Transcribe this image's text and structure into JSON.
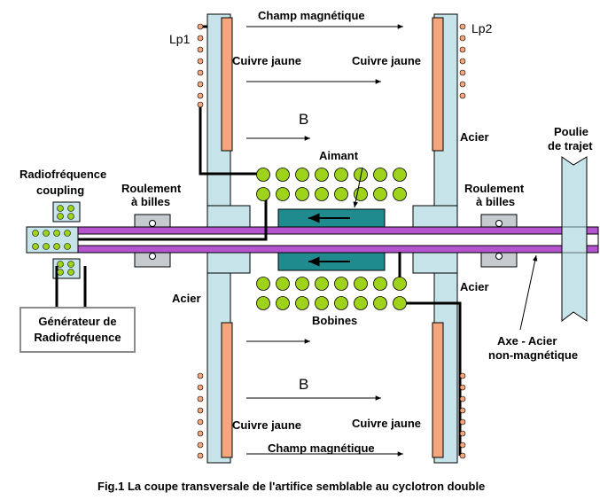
{
  "labels": {
    "champ_top": "Champ magnétique",
    "champ_bottom": "Champ magnétique",
    "lp1": "Lp1",
    "lp2": "Lp2",
    "cuivre_tl": "Cuivre jaune",
    "cuivre_tr": "Cuivre jaune",
    "cuivre_bl": "Cuivre jaune",
    "cuivre_br": "Cuivre jaune",
    "b_top": "B",
    "b_bottom": "B",
    "acier_tr": "Acier",
    "acier_bl": "Acier",
    "acier_br": "Acier",
    "aimant": "Aimant",
    "bobines": "Bobines",
    "rf_coupling_1": "Radiofréquence",
    "rf_coupling_2": "coupling",
    "roulement_l_1": "Roulement",
    "roulement_l_2": "à billes",
    "roulement_r_1": "Roulement",
    "roulement_r_2": "à billes",
    "poulie_1": "Poulie",
    "poulie_2": "de trajet",
    "axe_1": "Axe - Acier",
    "axe_2": "non-magnétique",
    "generateur_1": "Générateur de",
    "generateur_2": "Radiofréquence",
    "caption": "Fig.1 La coupe transversale de l'artifice semblable au cyclotron double"
  },
  "colors": {
    "steel": "#c6e4ea",
    "copper": "#f4a77c",
    "coil": "#9fd21a",
    "magnet": "#1f8b8e",
    "shaft": "#b455cf",
    "bearing": "#c6cbd0",
    "lp_dot": "#f4a77c"
  }
}
